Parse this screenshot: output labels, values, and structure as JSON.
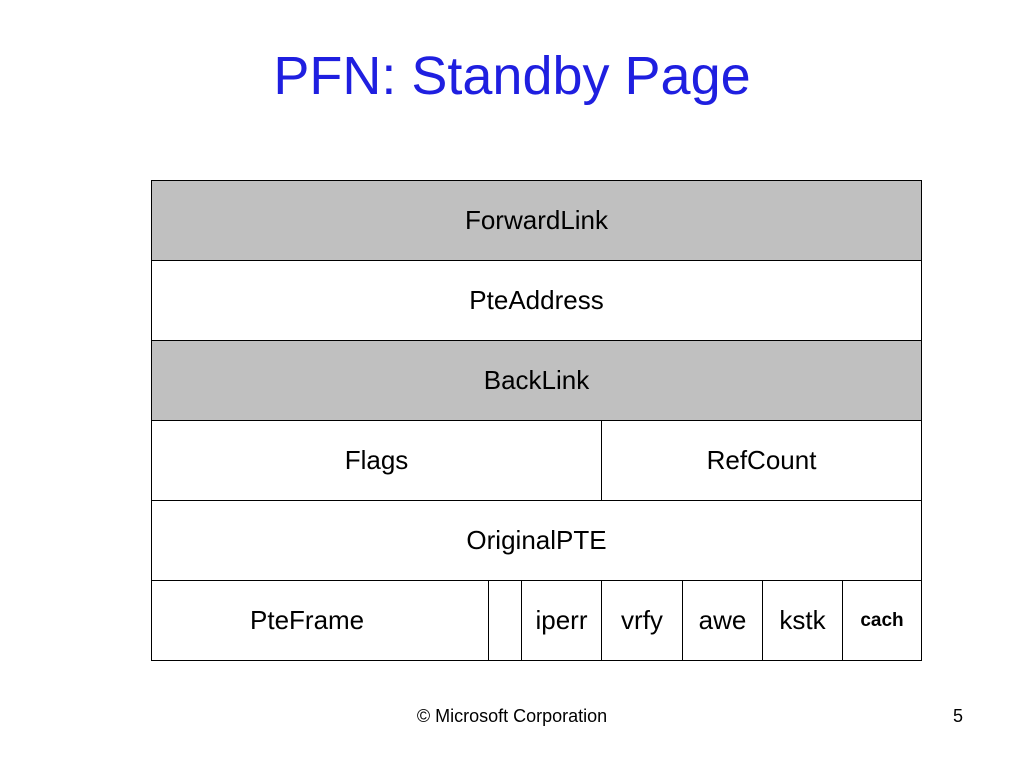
{
  "slide": {
    "title": "PFN:  Standby Page",
    "footer": "© Microsoft Corporation",
    "page_number": "5"
  },
  "pfn_layout": {
    "rows": [
      [
        "ForwardLink"
      ],
      [
        "PteAddress"
      ],
      [
        "BackLink"
      ],
      [
        "Flags",
        "RefCount"
      ],
      [
        "OriginalPTE"
      ],
      [
        "PteFrame",
        "iperr",
        "vrfy",
        "awe",
        "kstk",
        "cach"
      ]
    ],
    "shaded_rows": [
      "ForwardLink",
      "BackLink"
    ],
    "colors": {
      "title": "#1f1fe0",
      "shaded_cell": "#c0c0c0",
      "border": "#000000"
    }
  }
}
